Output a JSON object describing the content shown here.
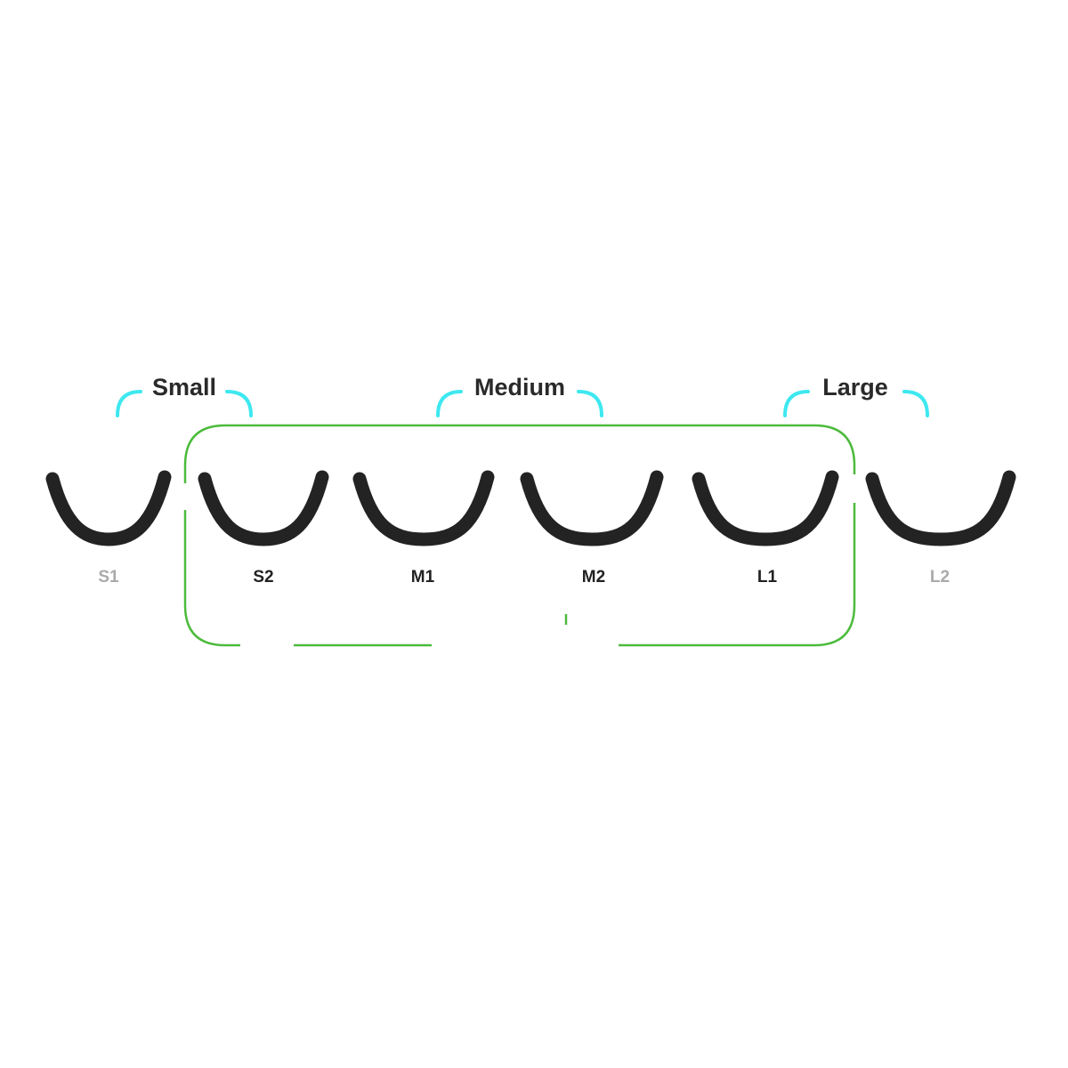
{
  "groups": [
    {
      "label": "Small"
    },
    {
      "label": "Medium"
    },
    {
      "label": "Large"
    }
  ],
  "sizes": [
    {
      "label": "S1",
      "recommended": false
    },
    {
      "label": "S2",
      "recommended": true
    },
    {
      "label": "M1",
      "recommended": true
    },
    {
      "label": "M2",
      "recommended": true
    },
    {
      "label": "L1",
      "recommended": true
    },
    {
      "label": "L2",
      "recommended": false
    }
  ],
  "colors": {
    "bracket": "#3de8f0",
    "highlight_box": "#4cbb3c",
    "mouthguard": "#232323",
    "active_text": "#222222",
    "inactive_text": "#aaaaaa"
  }
}
